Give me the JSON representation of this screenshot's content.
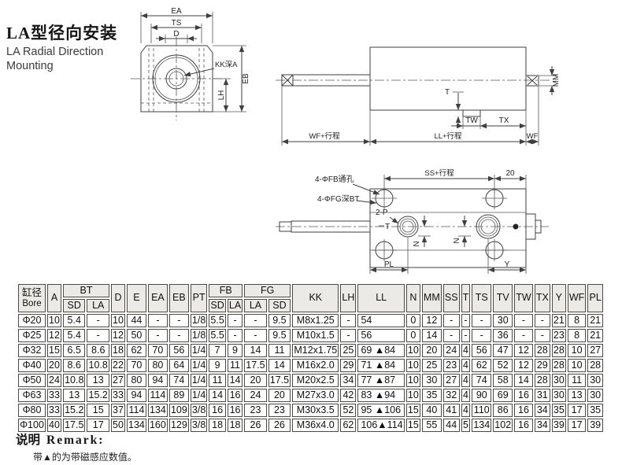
{
  "title": {
    "cn": "LA型径向安装",
    "en_line1": "LA Radial Direction",
    "en_line2": "Mounting"
  },
  "drawings": {
    "end_view": {
      "dim_ea": "EA",
      "dim_ts": "TS",
      "dim_d": "D",
      "label_kk_depth": "KK深A",
      "dim_eb": "EB",
      "dim_lh": "LH"
    },
    "side_view": {
      "dim_t": "T",
      "dim_tw": "TW",
      "dim_tx": "TX",
      "dim_mm": "MM",
      "dim_wf_stroke": "WF+行程",
      "dim_ll_stroke": "LL+行程",
      "dim_wf": "WF"
    },
    "top_view": {
      "label_fb_holes": "4-ΦFB通孔",
      "label_fg_holes": "4-ΦFG深BT",
      "label_port_line1": "2-P",
      "label_port_line2": "T",
      "dim_ss_stroke": "SS+行程",
      "dim_20": "20",
      "dim_n_left": "N",
      "dim_n_right": "N",
      "dim_pl": "PL",
      "dim_y": "Y"
    }
  },
  "table": {
    "h": {
      "bore_cn": "缸径",
      "bore_en": "Bore",
      "a": "A",
      "bt": "BT",
      "bt_sd": "SD",
      "bt_la": "LA",
      "d": "D",
      "e": "E",
      "ea": "EA",
      "eb": "EB",
      "pt": "PT",
      "fb": "FB",
      "fb_sd": "SD",
      "fb_la": "LA",
      "fg": "FG",
      "fg_la": "LA",
      "fg_sd": "SD",
      "kk": "KK",
      "lh": "LH",
      "ll": "LL",
      "n": "N",
      "mm": "MM",
      "ss": "SS",
      "t": "T",
      "ts": "TS",
      "tv": "TV",
      "tw": "TW",
      "tx": "TX",
      "y": "Y",
      "wf": "WF",
      "pl": "PL"
    },
    "rows": [
      [
        "Φ20",
        "10",
        "5.4",
        "-",
        "10",
        "44",
        "-",
        "-",
        "1/8",
        "5.5",
        "-",
        "-",
        "9.5",
        "M8x1.25",
        "-",
        "54",
        "0",
        "12",
        "-",
        "-",
        "-",
        "30",
        "-",
        "-",
        "21",
        "8",
        "21"
      ],
      [
        "Φ25",
        "12",
        "5.4",
        "-",
        "12",
        "50",
        "-",
        "-",
        "1/8",
        "5.5",
        "-",
        "-",
        "9.5",
        "M10x1.5",
        "-",
        "56",
        "0",
        "14",
        "-",
        "-",
        "-",
        "36",
        "-",
        "-",
        "23",
        "8",
        "21"
      ],
      [
        "Φ32",
        "15",
        "6.5",
        "8.6",
        "18",
        "62",
        "70",
        "56",
        "1/4",
        "7",
        "9",
        "14",
        "11",
        "M12x1.75",
        "25",
        "69 ▲84",
        "10",
        "20",
        "24",
        "4",
        "56",
        "47",
        "12",
        "28",
        "28",
        "10",
        "27"
      ],
      [
        "Φ40",
        "20",
        "8.6",
        "10.8",
        "22",
        "70",
        "80",
        "64",
        "1/4",
        "9",
        "11",
        "17.5",
        "14",
        "M16x2.0",
        "29",
        "71 ▲84",
        "10",
        "25",
        "23",
        "4",
        "62",
        "52",
        "12",
        "29",
        "28",
        "10",
        "28"
      ],
      [
        "Φ50",
        "24",
        "10.8",
        "13",
        "27",
        "80",
        "94",
        "74",
        "1/4",
        "11",
        "14",
        "20",
        "17.5",
        "M20x2.5",
        "34",
        "77 ▲87",
        "10",
        "30",
        "27",
        "4",
        "74",
        "58",
        "14",
        "28",
        "30",
        "11",
        "30"
      ],
      [
        "Φ63",
        "33",
        "13",
        "15.2",
        "33",
        "94",
        "114",
        "89",
        "1/4",
        "14",
        "16",
        "24",
        "20",
        "M27x3.0",
        "42",
        "83 ▲94",
        "10",
        "35",
        "32",
        "4",
        "90",
        "69",
        "16",
        "31",
        "30",
        "13",
        "30"
      ],
      [
        "Φ80",
        "33",
        "15.2",
        "15",
        "37",
        "114",
        "134",
        "109",
        "3/8",
        "16",
        "16",
        "23",
        "23",
        "M30x3.5",
        "52",
        "95 ▲106",
        "15",
        "40",
        "41",
        "4",
        "110",
        "86",
        "16",
        "34",
        "35",
        "17",
        "35"
      ],
      [
        "Φ100",
        "40",
        "17.5",
        "17",
        "50",
        "134",
        "160",
        "129",
        "3/8",
        "18",
        "18",
        "26",
        "26",
        "M36x4.0",
        "62",
        "106▲114",
        "15",
        "55",
        "44",
        "5",
        "134",
        "102",
        "16",
        "34",
        "39",
        "17",
        "39"
      ]
    ]
  },
  "remark": {
    "cn": "说明",
    "en": "Remark:",
    "note": "带▲的为带磁感应数值。"
  }
}
